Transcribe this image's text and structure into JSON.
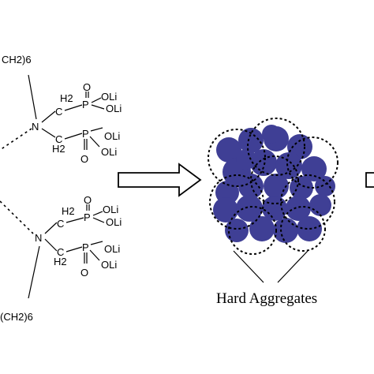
{
  "top_molecule": {
    "chain": "CH2)6",
    "n_label": "N",
    "h2_upper": "H2",
    "c_upper": "C",
    "p_upper": "P",
    "o_upper": "O",
    "oli_upper_1": "OLi",
    "oli_upper_2": "OLi",
    "c_lower": "C",
    "h2_lower": "H2",
    "p_lower": "P",
    "o_lower": "O",
    "oli_lower_1": "OLi",
    "oli_lower_2": "OLi"
  },
  "bottom_molecule": {
    "chain": "(CH2)6",
    "n_label": "N",
    "h2_upper": "H2",
    "c_upper": "C",
    "p_upper": "P",
    "o_upper": "O",
    "oli_upper_1": "OLi",
    "oli_upper_2": "OLi",
    "c_lower": "C",
    "h2_lower": "H2",
    "p_lower": "P",
    "o_lower": "O",
    "oli_lower_1": "OLi",
    "oli_lower_2": "OLi"
  },
  "aggregate": {
    "caption": "Hard Aggregates",
    "particle_color": "#3f3f95"
  }
}
